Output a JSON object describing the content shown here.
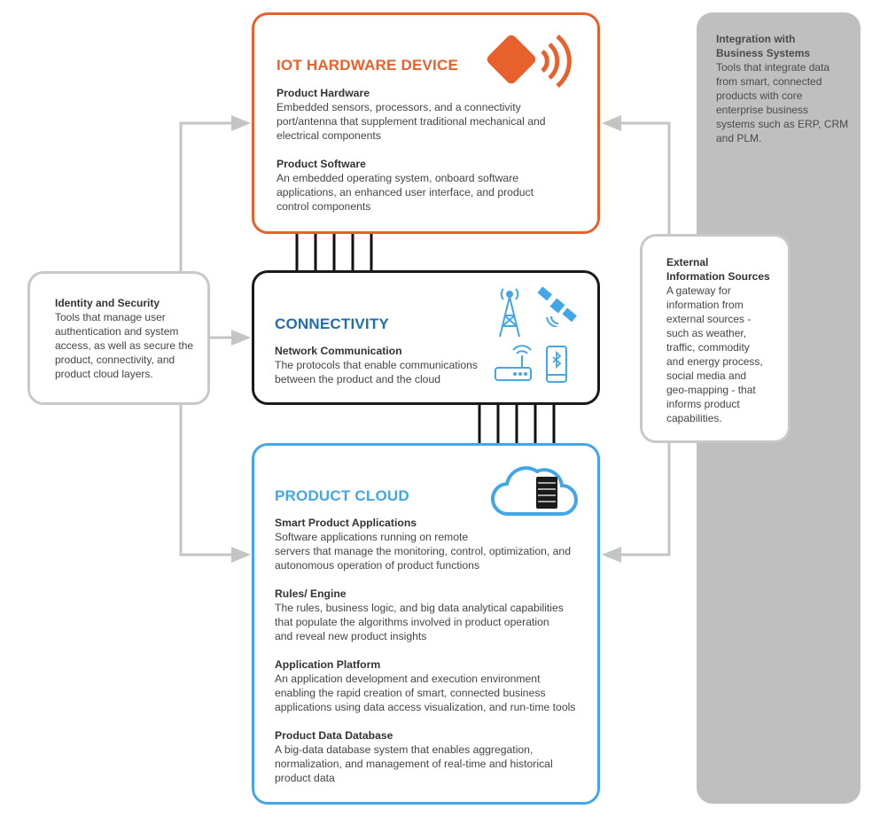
{
  "colors": {
    "hardware": "#e8612c",
    "connectivity": "#1a1a1a",
    "connectivity_title": "#1d6fb0",
    "cloud": "#43a6e6",
    "side_border": "#c8c8c8",
    "integration_panel": "#bfbfbf",
    "arrow": "#c4c4c4"
  },
  "hardware": {
    "title": "IOT HARDWARE DEVICE",
    "icon": "diamond-signal-icon",
    "sections": [
      {
        "title": "Product Hardware",
        "text": "Embedded sensors, processors, and a connectivity\nport/antenna that supplement traditional mechanical and\nelectrical components"
      },
      {
        "title": "Product Software",
        "text": "An embedded operating system, onboard software\napplications, an enhanced user interface, and product\ncontrol components"
      }
    ]
  },
  "connectivity": {
    "title": "CONNECTIVITY",
    "icons": [
      "cell-tower-icon",
      "satellite-icon",
      "wifi-router-icon",
      "bluetooth-phone-icon"
    ],
    "sections": [
      {
        "title": "Network Communication",
        "text": "The protocols that enable communications\nbetween the product and the cloud"
      }
    ]
  },
  "cloud": {
    "title": "PRODUCT CLOUD",
    "icon": "cloud-server-icon",
    "sections": [
      {
        "title": "Smart Product Applications",
        "text": "Software applications running on remote\nservers that manage the monitoring, control, optimization, and\nautonomous  operation of product functions"
      },
      {
        "title": "Rules/  Engine",
        "text": "The rules, business logic, and big data analytical capabilities\nthat  populate the algorithms involved in product operation\nand reveal new product insights"
      },
      {
        "title": "Application Platform",
        "text": "An application development and execution environment\nenabling the rapid creation of smart, connected business\napplications using data access visualization, and run-time tools"
      },
      {
        "title": "Product Data Database",
        "text": "A big-data database system that enables aggregation,\nnormalization, and management of real-time and historical\nproduct data"
      }
    ]
  },
  "identity": {
    "title": "Identity and Security",
    "text": "Tools that manage user\nauthentication and system\naccess, as well as secure the\nproduct, connectivity, and\nproduct cloud layers."
  },
  "external": {
    "title": "External\nInformation Sources",
    "text": "A gateway for\ninformation from\nexternal sources -\nsuch as weather,\ntraffic, commodity\nand energy process,\nsocial media and\ngeo-mapping - that\ninforms product\ncapabilities."
  },
  "integration": {
    "title": "Integration with\nBusiness Systems",
    "text": "Tools that integrate data\nfrom smart, connected\nproducts with core\nenterprise business\nsystems such as ERP, CRM\nand PLM."
  }
}
